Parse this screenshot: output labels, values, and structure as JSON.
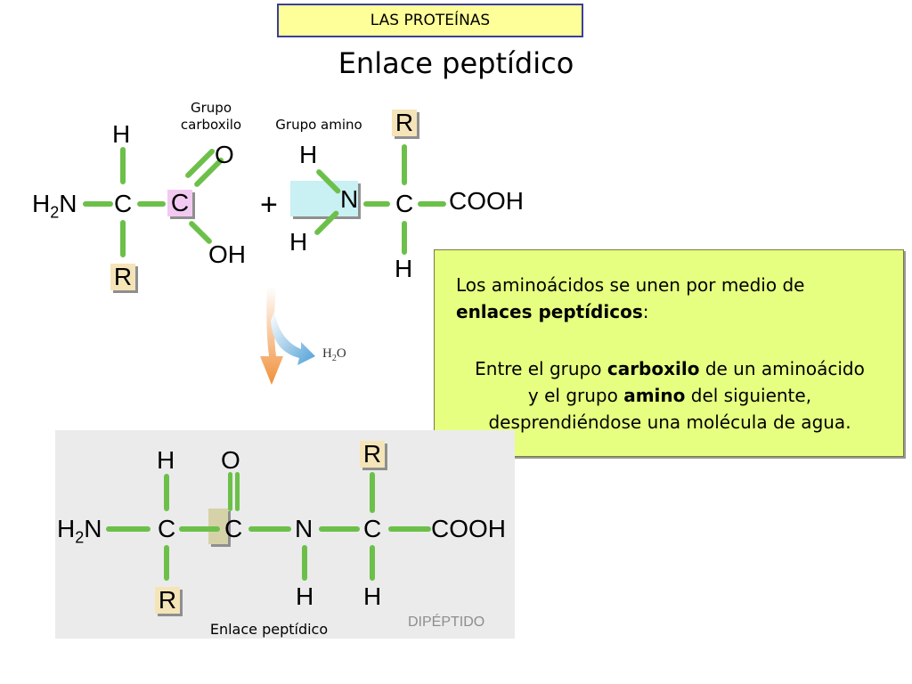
{
  "header": {
    "label": "LAS PROTEÍNAS"
  },
  "title": "Enlace peptídico",
  "annotations": {
    "carboxyl_line1": "Grupo",
    "carboxyl_line2": "carboxilo",
    "amino": "Grupo amino",
    "water": "H",
    "water_sub": "2",
    "water_o": "O",
    "bond_label": "Enlace peptídico",
    "dipeptide": "DIPÉPTIDO"
  },
  "molecule1": {
    "h_top": "H",
    "n": "H",
    "n_sub": "2",
    "n_n": "N",
    "c_alpha": "C",
    "c_carbonyl": "C",
    "o": "O",
    "oh": "OH",
    "r": "R"
  },
  "plus": "+",
  "molecule2": {
    "h_n_top": "H",
    "n": "N",
    "h_n_bottom": "H",
    "c_alpha": "C",
    "cooh": "COOH",
    "r": "R",
    "h_bottom": "H"
  },
  "dipeptide": {
    "h2n_h": "H",
    "h2n_sub": "2",
    "h2n_n": "N",
    "c1": "C",
    "h_c1": "H",
    "r1": "R",
    "c2": "C",
    "o": "O",
    "n": "N",
    "h_n": "H",
    "c3": "C",
    "r3": "R",
    "h_c3": "H",
    "cooh": "COOH"
  },
  "info": {
    "p1_text": "Los aminoácidos se unen por medio de ",
    "p1_bold": "enlaces peptídicos",
    "p1_end": ":",
    "p2_a": "Entre el grupo ",
    "p2_b": "carboxilo",
    "p2_c": " de un aminoácido",
    "p2_d": "y el grupo ",
    "p2_e": "amino",
    "p2_f": " del siguiente,",
    "p2_g": "desprendiéndose una molécula de agua."
  },
  "colors": {
    "bond": "#6cc04a",
    "header_bg": "#ffff99",
    "header_border": "#3a3f99",
    "info_bg": "#e6ff80",
    "r_box": "#f4e4b8",
    "carbonyl_highlight": "#f2c9f0",
    "amino_highlight": "#c9f0f2",
    "panel_bg": "#ebebeb",
    "peptide_highlight": "#d6d2a8"
  }
}
